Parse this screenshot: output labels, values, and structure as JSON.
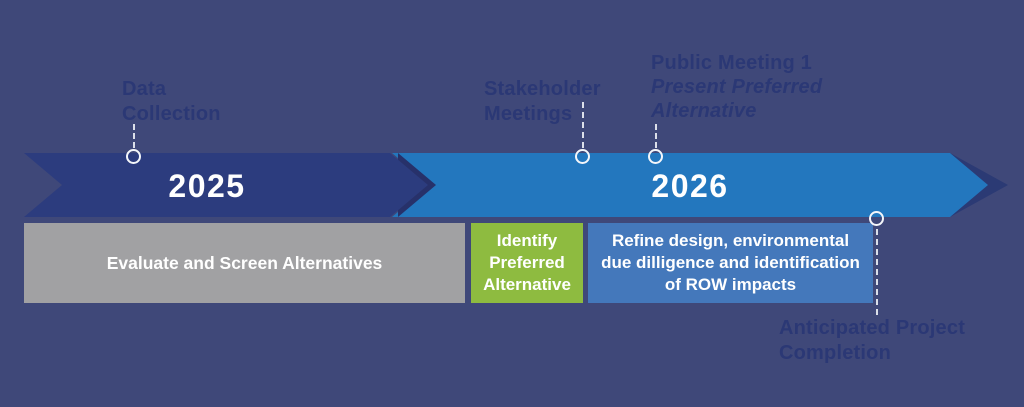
{
  "background_color": "#3F4879",
  "timeline": {
    "years": [
      {
        "label": "2025",
        "color": "#2C3C7E"
      },
      {
        "label": "2026",
        "color": "#2377BE"
      }
    ],
    "junction_shadow_color": "#27316A",
    "end_chevron_color": "#2B3A74",
    "dot_color": "#F4F6FA",
    "milestone_text_color": "#2B3875"
  },
  "milestones": [
    {
      "name": "data-collection",
      "lines": [
        "Data",
        "Collection"
      ]
    },
    {
      "name": "stakeholder-meetings",
      "lines": [
        "Stakeholder",
        "Meetings"
      ]
    },
    {
      "name": "public-meeting-1",
      "lines": [
        "Public Meeting 1",
        "Present Preferred",
        "Alternative"
      ]
    },
    {
      "name": "anticipated-project-completion",
      "lines": [
        "Anticipated Project",
        "Completion"
      ]
    }
  ],
  "phases": [
    {
      "name": "evaluate-and-screen-alternatives",
      "color": "#A1A1A3",
      "lines": [
        "Evaluate and Screen Alternatives"
      ]
    },
    {
      "name": "identify-preferred-alternative",
      "color": "#8EBB40",
      "lines": [
        "Identify",
        "Preferred",
        "Alternative"
      ]
    },
    {
      "name": "refine-design-row-impacts",
      "color": "#4478BB",
      "lines": [
        "Refine design, environmental",
        "due dilligence and identification",
        "of ROW impacts"
      ]
    }
  ]
}
